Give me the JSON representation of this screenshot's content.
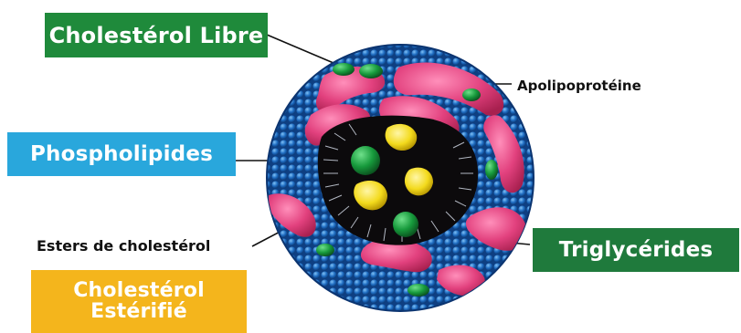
{
  "labels": {
    "cholesterol_libre": "Cholestérol Libre",
    "phospholipides": "Phospholipides",
    "triglycerides": "Triglycérides",
    "cholesterol_esterifie_line1": "Cholestérol",
    "cholesterol_esterifie_line2": "Estérifié",
    "apolipoproteine": "Apolipoprotéine",
    "esters_de_cholesterol": "Esters de cholestérol"
  },
  "colors": {
    "green_label": "#1f8a3b",
    "blue_label": "#29a7dc",
    "yellow_label": "#f4b51c",
    "phospholipid_blue": "#1e6fc4",
    "apolipoprotein_pink": "#e2417e",
    "core_dark": "#0c0a0c",
    "cholesterol_green": "#179a3c",
    "triglyceride_yellow": "#f3da1c"
  }
}
